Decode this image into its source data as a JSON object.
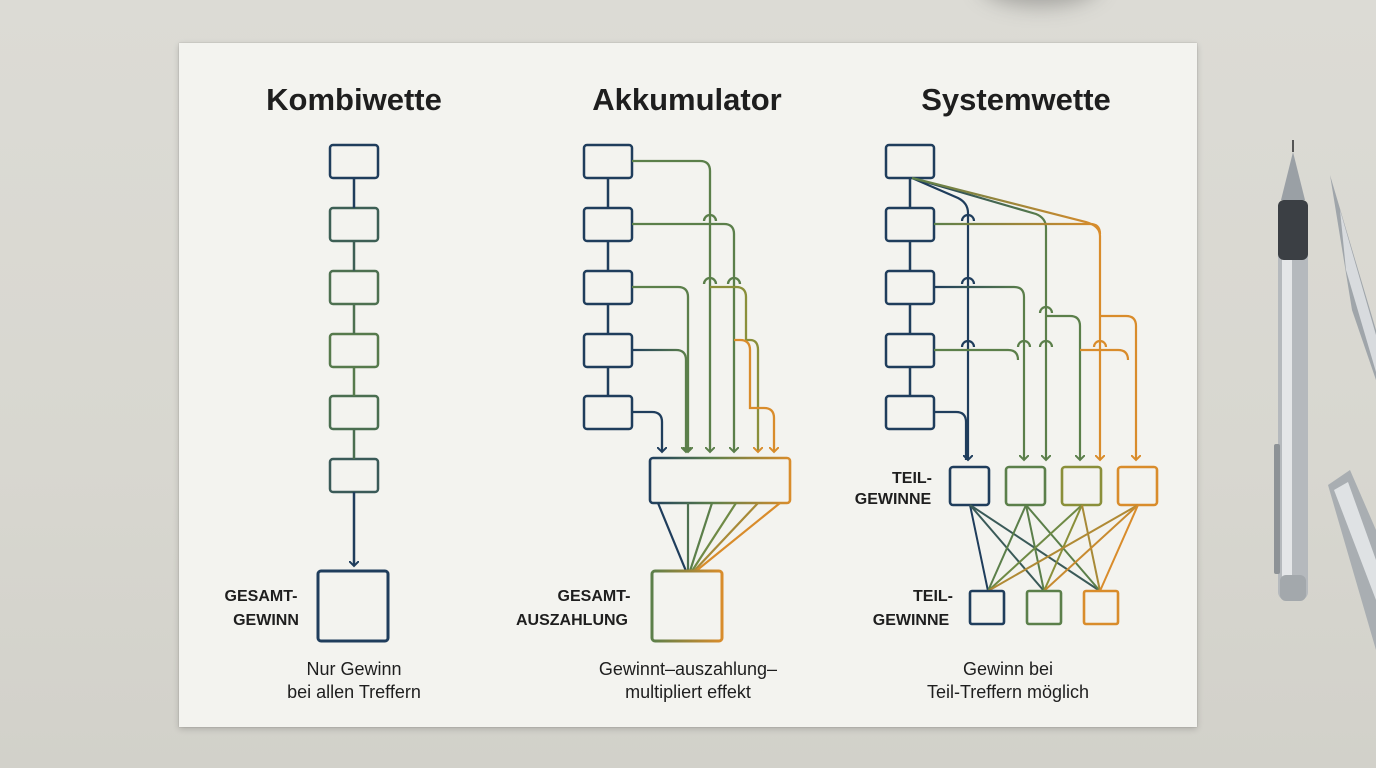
{
  "panels": [
    {
      "title": "Kombiwette",
      "result_label_lines": [
        "GESAMT-",
        "GEWINN"
      ],
      "caption_lines": [
        "Nur Gewinn",
        "bei allen Treffern"
      ]
    },
    {
      "title": "Akkumulator",
      "result_label_lines": [
        "GESAMT-",
        "AUSZAHLUNG"
      ],
      "caption_lines": [
        "Gewinnt–auszahlung–",
        "multipliert effekt"
      ]
    },
    {
      "title": "Systemwette",
      "mid_label_lines": [
        "TEIL-",
        "GEWINNE"
      ],
      "result_label_lines": [
        "TEIL-",
        "GEWINNE"
      ],
      "caption_lines": [
        "Gewinn bei",
        "Teil-Treffern möglich"
      ]
    }
  ],
  "colors": {
    "navy": "#1f3d5c",
    "green": "#5b7f4a",
    "olive": "#8a8f3a",
    "orange": "#d98c2b",
    "text": "#1e1e1e",
    "card": "#f3f3ef"
  }
}
